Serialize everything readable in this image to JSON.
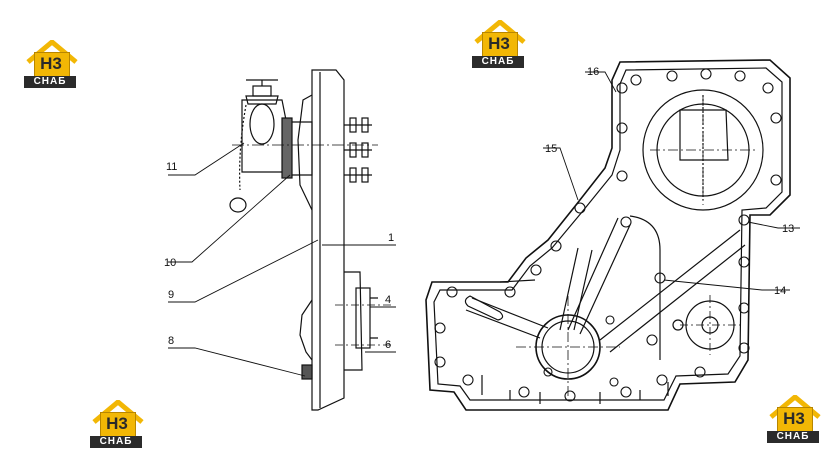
{
  "logo": {
    "mono": "H3",
    "name": "CHAБ"
  },
  "callouts": [
    "1",
    "4",
    "6",
    "8",
    "9",
    "10",
    "11",
    "13",
    "14",
    "15",
    "16"
  ],
  "colors": {
    "accent": "#f2b705",
    "line": "#111111",
    "badge_text": "#2a2a2a"
  }
}
